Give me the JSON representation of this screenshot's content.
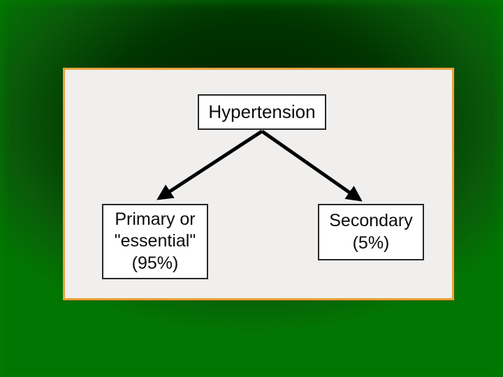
{
  "slide": {
    "background_colors": {
      "edge_green": "#027502",
      "mid_green": "#0a5a0a",
      "dark_center_green": "#001e00"
    },
    "panel": {
      "border_color": "#e8a33c",
      "background": "#f0efee"
    }
  },
  "diagram": {
    "root": {
      "label": "Hypertension"
    },
    "children": [
      {
        "label": "Primary or\n\"essential\"\n(95%)"
      },
      {
        "label": "Secondary\n(5%)"
      }
    ],
    "arrow_color": "#000000"
  }
}
